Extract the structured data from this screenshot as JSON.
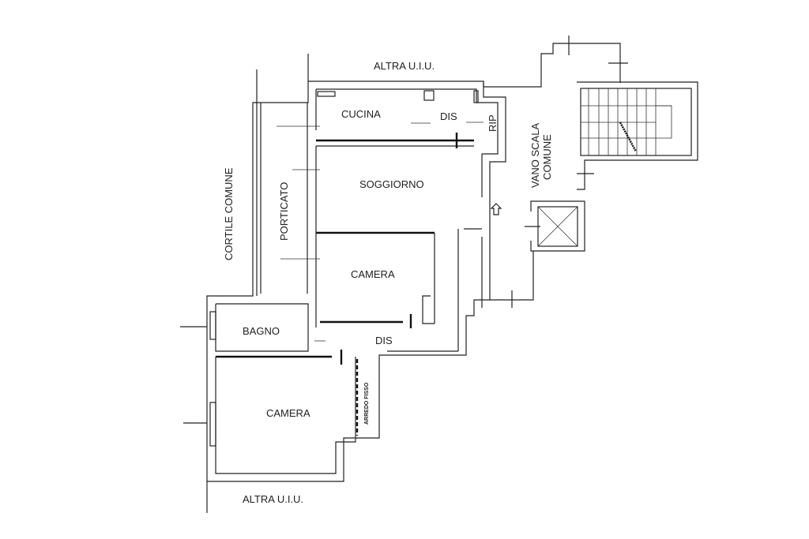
{
  "plan": {
    "labels": {
      "altra_top": "ALTRA U.I.U.",
      "altra_bottom": "ALTRA U.I.U.",
      "cortile": "CORTILE COMUNE",
      "porticato": "PORTICATO",
      "cucina": "CUCINA",
      "dis_top": "DIS",
      "rip": "RIP",
      "soggiorno": "SOGGIORNO",
      "camera_mid": "CAMERA",
      "bagno": "BAGNO",
      "dis_bottom": "DIS",
      "camera_bottom": "CAMERA",
      "arredo": "ARREDO FISSO",
      "vano_scala_1": "VANO SCALA",
      "vano_scala_2": "COMUNE"
    }
  }
}
